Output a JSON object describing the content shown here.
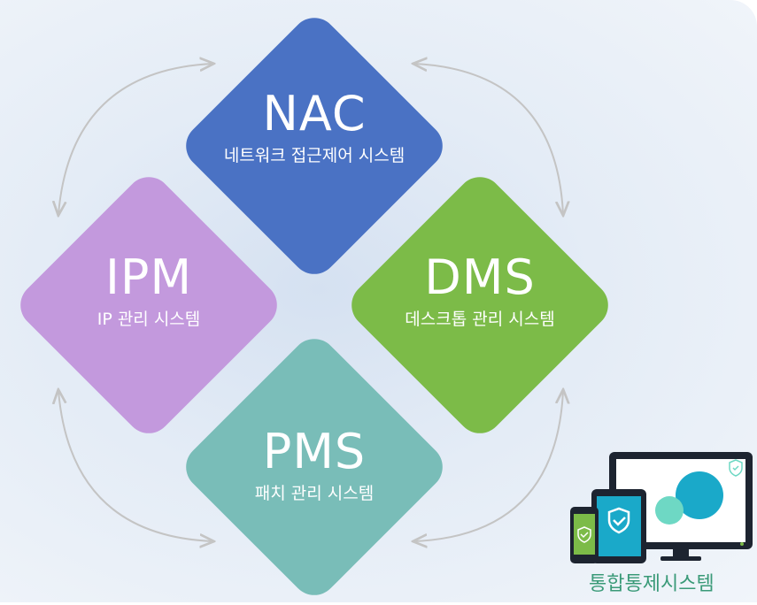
{
  "nodes": {
    "nac": {
      "title": "NAC",
      "subtitle": "네트워크 접근제어 시스템",
      "color": "#4a72c4"
    },
    "ipm": {
      "title": "IPM",
      "subtitle": "IP 관리 시스템",
      "color": "#c399dd"
    },
    "dms": {
      "title": "DMS",
      "subtitle": "데스크톱 관리 시스템",
      "color": "#7cbb48"
    },
    "pms": {
      "title": "PMS",
      "subtitle": "패치 관리 시스템",
      "color": "#79bdb8"
    }
  },
  "badge": {
    "caption": "통합통제시스템"
  },
  "colors": {
    "arrow": "#c4c4c4",
    "screen": "#1d2430",
    "accent_blue": "#1aa9c9",
    "accent_mint": "#6ed8c4",
    "check_green": "#7cbb48"
  }
}
